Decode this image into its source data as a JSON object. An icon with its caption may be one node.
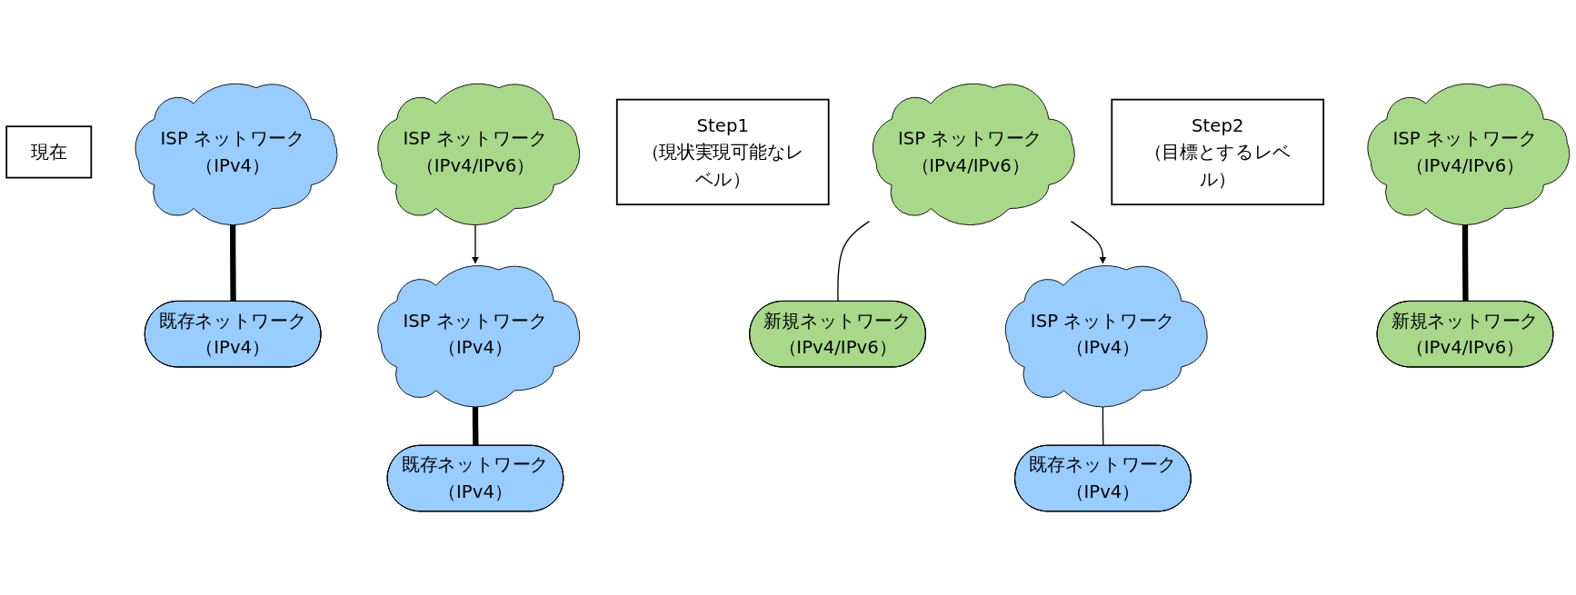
{
  "diagram": {
    "nodes": [
      {
        "text": [
          "現在"
        ]
      },
      {
        "text": [
          "ISP ネットワーク",
          "（IPv4）"
        ]
      },
      {
        "text": [
          "ISP ネットワーク",
          "（IPv4/IPv6）"
        ]
      },
      {
        "text": [
          "既存ネットワーク",
          "（IPv4）"
        ]
      },
      {
        "text": [
          "Step1",
          "（現状実現可能なレベル）"
        ]
      },
      {
        "text": [
          "ISP ネットワーク",
          "（IPv4）"
        ]
      },
      {
        "text": [
          "ISP ネットワーク",
          "（IPv4/IPv6）"
        ]
      },
      {
        "text": [
          "既存ネットワーク",
          "（IPv4）"
        ]
      },
      {
        "text": [
          "新規ネットワーク",
          "（IPv4/IPv6）"
        ]
      },
      {
        "text": [
          "Step2",
          "（目標とするレベル）"
        ]
      },
      {
        "text": [
          "ISP ネットワーク",
          "（IPv4）"
        ]
      },
      {
        "text": [
          "ISP ネットワーク",
          "（IPv4/IPv6）"
        ]
      },
      {
        "text": [
          "既存ネットワーク",
          "（IPv4）"
        ]
      },
      {
        "text": [
          "新規ネットワーク",
          "（IPv4/IPv6）"
        ]
      }
    ],
    "edges": [
      {
        "from": 1,
        "to": 3,
        "arrow": "none",
        "style": "thick"
      },
      {
        "from": 2,
        "to": 5,
        "arrow": "to"
      },
      {
        "from": 5,
        "to": 7,
        "arrow": "none",
        "style": "thick"
      },
      {
        "from": 6,
        "to": 8,
        "arrow": "none"
      },
      {
        "from": 6,
        "to": 10,
        "arrow": "to"
      },
      {
        "from": 10,
        "to": 12,
        "arrow": "none"
      },
      {
        "from": 11,
        "to": 13,
        "arrow": "none",
        "style": "thick"
      }
    ]
  }
}
